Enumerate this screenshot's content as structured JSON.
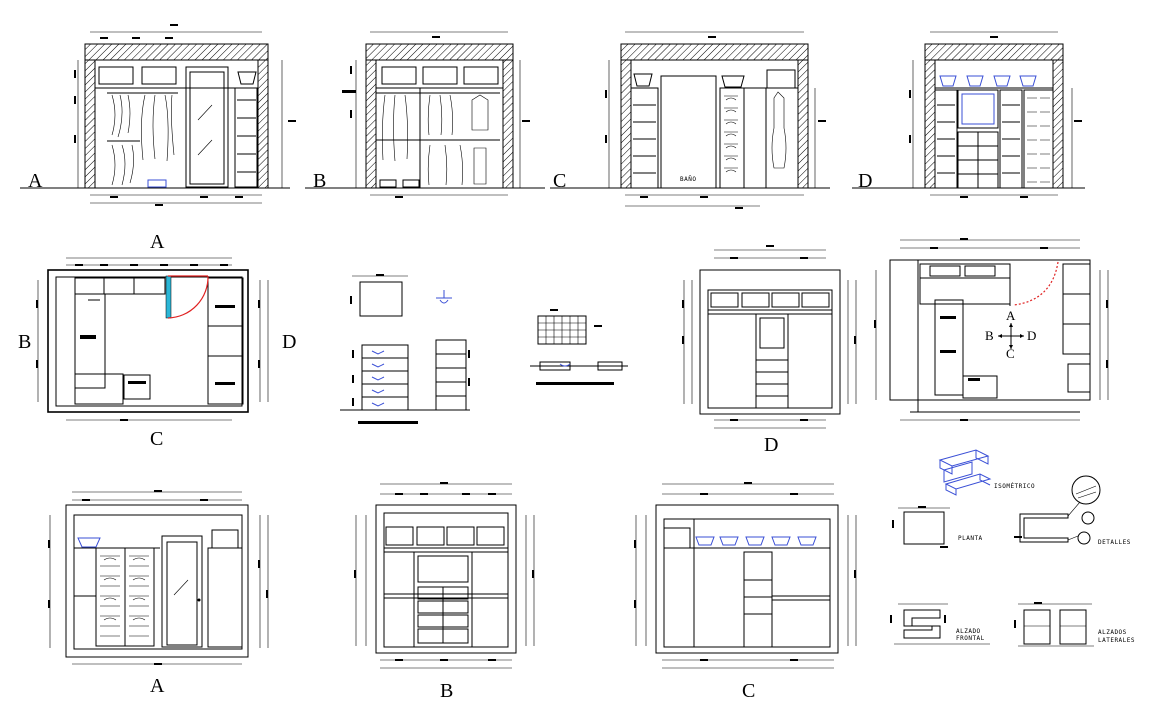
{
  "colors": {
    "ink": "#000000",
    "fixture_blue": "#3a4fd6",
    "door_red": "#e02020",
    "door_cyan": "#2bb6d6",
    "background": "#ffffff"
  },
  "elevations_top": [
    {
      "label": "A"
    },
    {
      "label": "B"
    },
    {
      "label": "C",
      "room_text": "BAÑO"
    },
    {
      "label": "D"
    }
  ],
  "plan": {
    "label_top": "A",
    "label_left": "B",
    "label_right": "D",
    "label_bottom": "C"
  },
  "elevation_d_middle": {
    "label": "D"
  },
  "plan_2": {
    "view_marks": {
      "top": "A",
      "left": "B",
      "right": "D",
      "bottom": "C"
    }
  },
  "elevations_bottom": [
    {
      "label": "A"
    },
    {
      "label": "B"
    },
    {
      "label": "C"
    }
  ],
  "detail_sheet": {
    "isometric_label": "ISOMÉTRICO",
    "plan_label": "PLANTA",
    "details_label": "DETALLES",
    "front_label_1": "ALZADO",
    "front_label_2": "FRONTAL",
    "side_label_1": "ALZADOS",
    "side_label_2": "LATERALES"
  }
}
